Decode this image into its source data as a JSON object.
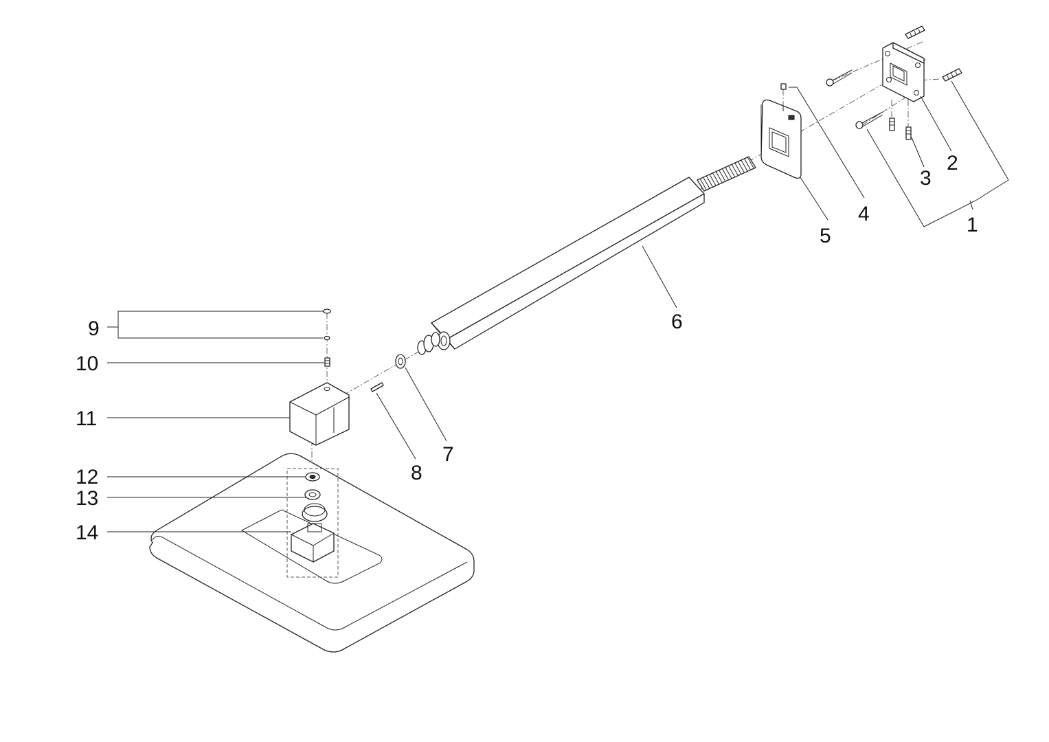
{
  "diagram": {
    "kind": "exploded-parts-view",
    "callouts": [
      {
        "id": "1",
        "text": "1"
      },
      {
        "id": "2",
        "text": "2"
      },
      {
        "id": "3",
        "text": "3"
      },
      {
        "id": "4",
        "text": "4"
      },
      {
        "id": "5",
        "text": "5"
      },
      {
        "id": "6",
        "text": "6"
      },
      {
        "id": "7",
        "text": "7"
      },
      {
        "id": "8",
        "text": "8"
      },
      {
        "id": "9",
        "text": "9"
      },
      {
        "id": "10",
        "text": "10"
      },
      {
        "id": "11",
        "text": "11"
      },
      {
        "id": "12",
        "text": "12"
      },
      {
        "id": "13",
        "text": "13"
      },
      {
        "id": "14",
        "text": "14"
      }
    ],
    "colors": {
      "line": "#222222",
      "background": "#ffffff"
    }
  }
}
